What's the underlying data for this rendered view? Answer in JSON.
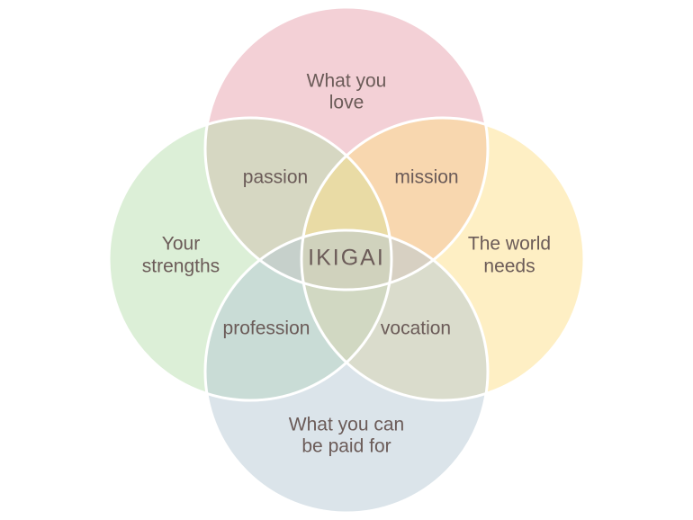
{
  "diagram": {
    "circles": [
      {
        "name": "love-circle",
        "color": "#e8a2ad"
      },
      {
        "name": "strengths-circle",
        "color": "#b9dfb0"
      },
      {
        "name": "needs-circle",
        "color": "#fde08a"
      },
      {
        "name": "paid-circle",
        "color": "#b7c9d6"
      }
    ],
    "labels": {
      "love": {
        "line1": "What you",
        "line2": "love"
      },
      "strengths": {
        "line1": "Your",
        "line2": "strengths"
      },
      "needs": {
        "line1": "The world",
        "line2": "needs"
      },
      "paid": {
        "line1": "What you can",
        "line2": "be paid for"
      },
      "passion": "passion",
      "mission": "mission",
      "profession": "profession",
      "vocation": "vocation",
      "center": "IKIGAI"
    },
    "colors": {
      "outline": "#ffffff",
      "text": "#6b5b58"
    }
  }
}
